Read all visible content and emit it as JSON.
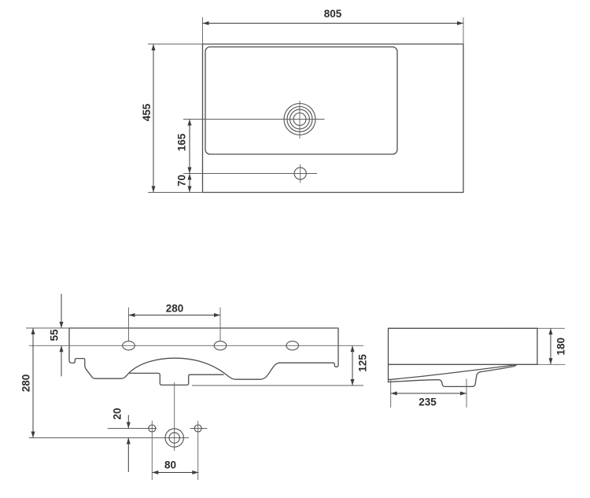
{
  "drawing": {
    "title": "washbasin-dimension-drawing",
    "colors": {
      "background": "#ffffff",
      "line": "#4f4f4f",
      "dimension_line": "#3d3d3d",
      "text": "#2d2d2d"
    },
    "dimensions": {
      "top_width": "805",
      "top_depth": "455",
      "faucet_to_overflow": "165",
      "overflow_to_front_edge": "70",
      "front_hole_spacing": "280",
      "front_rim_height": "55",
      "front_overall_height": "280",
      "front_bowl_depth": "125",
      "front_drain_offset": "20",
      "front_fixing_hole_spacing": "80",
      "side_height": "180",
      "side_front_to_drain": "235"
    }
  }
}
